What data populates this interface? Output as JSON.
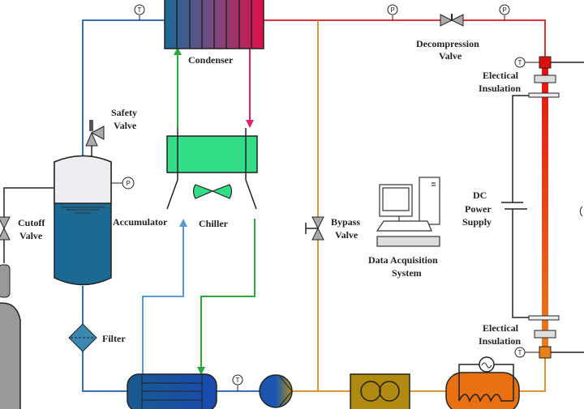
{
  "labels": {
    "condenser": "Condenser",
    "safety_valve": [
      "Safety",
      "Valve"
    ],
    "accumulator": "Accumulator",
    "chiller": "Chiller",
    "cutoff_valve": [
      "Cutoff",
      "Valve"
    ],
    "filter": "Filter",
    "bypass_valve": [
      "Bypass",
      "Valve"
    ],
    "data_acquisition": [
      "Data Acquisition",
      "System"
    ],
    "dc_power_supply": [
      "DC",
      "Power",
      "Supply"
    ],
    "decompression_valve": [
      "Decompression",
      "Valve"
    ],
    "insulation_top": [
      "Electical",
      "Insulation"
    ],
    "insulation_bottom": [
      "Electical",
      "Insulation"
    ]
  },
  "gauges": {
    "temperature": "T",
    "pressure": "P"
  },
  "colors": {
    "cold_line": "#3a6fb5",
    "hot_line": "#e0303a",
    "bypass_line": "#d9953a",
    "coolant_line": "#2aa83a",
    "chiller": "#33dd88",
    "accumulator_liquid": "#1a6a95",
    "heater": "#e87010"
  }
}
